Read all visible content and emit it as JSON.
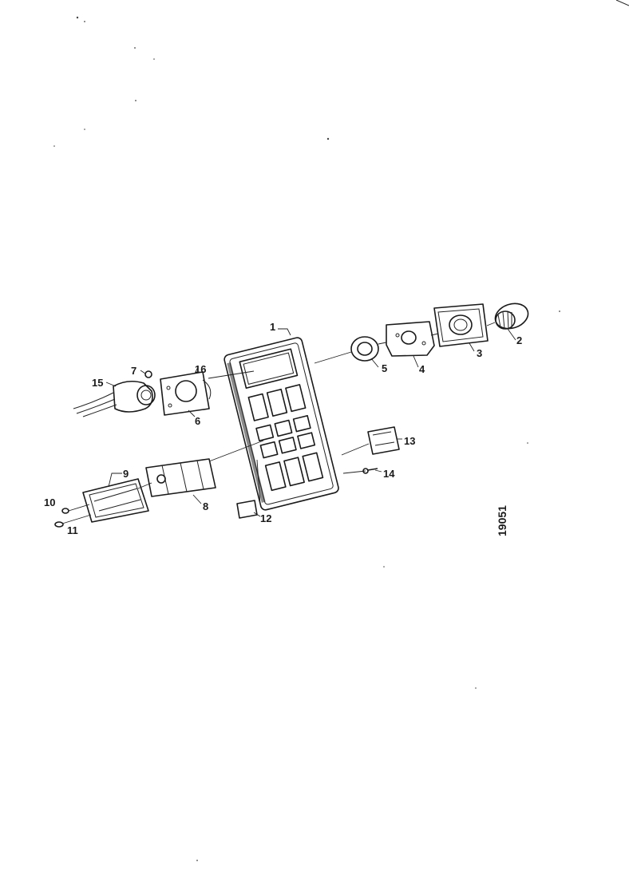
{
  "diagram": {
    "drawing_number": "19051",
    "callouts": [
      "1",
      "2",
      "3",
      "4",
      "5",
      "6",
      "7",
      "8",
      "9",
      "10",
      "11",
      "12",
      "13",
      "14",
      "15",
      "16"
    ]
  }
}
